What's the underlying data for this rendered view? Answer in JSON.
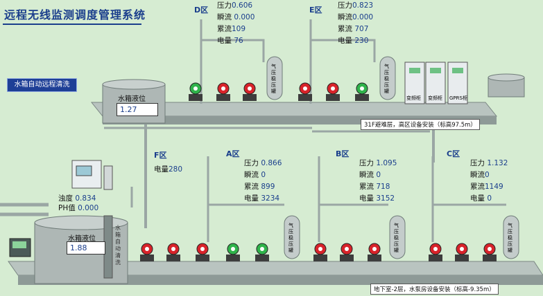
{
  "title": "远程无线监测调度管理系统",
  "buttons": {
    "remote_clean": "水箱自动远程清洗"
  },
  "zones": {
    "D": {
      "name": "D区",
      "pressure_label": "压力",
      "pressure": "0.606",
      "instant_label": "瞬流",
      "instant": "0.000",
      "cumulative_label": "累流",
      "cumulative": "109",
      "power_label": "电量",
      "power": "76"
    },
    "E": {
      "name": "E区",
      "pressure_label": "压力",
      "pressure": "0.823",
      "instant_label": "瞬流",
      "instant": "0.000",
      "cumulative_label": "累流",
      "cumulative": "707",
      "power_label": "电量",
      "power": "230"
    },
    "F": {
      "name": "F区",
      "power_label": "电量",
      "power": "280"
    },
    "A": {
      "name": "A区",
      "pressure_label": "压力",
      "pressure": "0.866",
      "instant_label": "瞬流",
      "instant": "0",
      "cumulative_label": "累流",
      "cumulative": "899",
      "power_label": "电量",
      "power": "3234"
    },
    "B": {
      "name": "B区",
      "pressure_label": "压力",
      "pressure": "1.095",
      "instant_label": "瞬流",
      "instant": "0",
      "cumulative_label": "累流",
      "cumulative": "718",
      "power_label": "电量",
      "power": "3152"
    },
    "C": {
      "name": "C区",
      "pressure_label": "压力",
      "pressure": "1.132",
      "instant_label": "瞬流",
      "instant": "0",
      "cumulative_label": "累流",
      "cumulative": "1149",
      "power_label": "电量",
      "power": "0"
    }
  },
  "upper_tank": {
    "label": "水箱液位",
    "level": "1.27"
  },
  "lower_tank": {
    "label": "水箱液位",
    "level": "1.88",
    "vertical_label": "水箱自动清洗"
  },
  "water_quality": {
    "turbidity_label": "浊度",
    "turbidity": "0.834",
    "ph_label": "PH值",
    "ph": "0.000"
  },
  "floor_notes": {
    "upper": "31F避难层，高区设备安装（标高97.5m）",
    "lower": "地下室-2层，水泵房设备安装（标高-9.35m）"
  },
  "tank_text": "气压稳压罐",
  "cabinets": {
    "vfd": "变频柜",
    "gprs": "GPRS柜"
  },
  "pump_states": {
    "upper": [
      "green",
      "red",
      "red",
      "red",
      "red",
      "green"
    ],
    "lower": [
      "red",
      "red",
      "red",
      "green",
      "green",
      "red",
      "red",
      "red",
      "red",
      "red",
      "red"
    ]
  },
  "colors": {
    "bg": "#d6ecd2",
    "accent": "#1a3e8c",
    "pump_red": "#d8232a",
    "pump_green": "#2fb34a"
  }
}
